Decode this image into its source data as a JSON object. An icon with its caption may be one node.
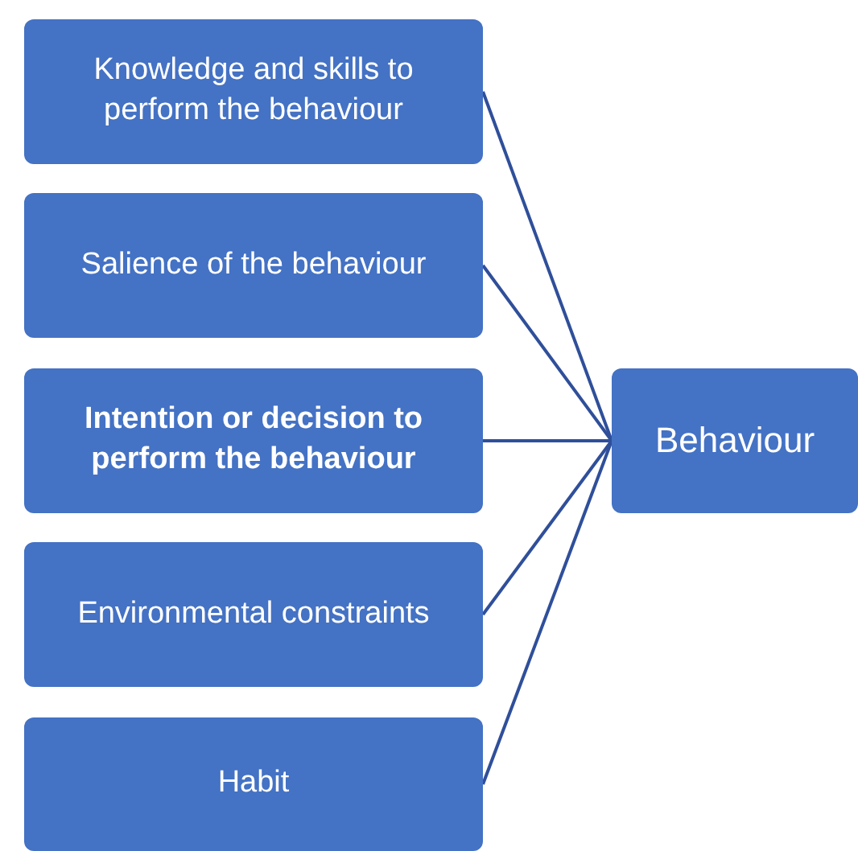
{
  "diagram": {
    "nodes": [
      {
        "text": [
          "Knowledge and skills to perform the behaviour"
        ]
      },
      {
        "text": [
          "Salience of the behaviour"
        ]
      },
      {
        "text": [
          "Intention or decision to perform the behaviour"
        ]
      },
      {
        "text": [
          "Environmental constraints"
        ]
      },
      {
        "text": [
          "Habit"
        ]
      },
      {
        "text": [
          "Behaviour"
        ]
      }
    ],
    "edges": [
      {
        "from": 0,
        "to": 5,
        "arrow": "none"
      },
      {
        "from": 1,
        "to": 5,
        "arrow": "none"
      },
      {
        "from": 2,
        "to": 5,
        "arrow": "none"
      },
      {
        "from": 3,
        "to": 5,
        "arrow": "none"
      },
      {
        "from": 4,
        "to": 5,
        "arrow": "none"
      }
    ]
  }
}
